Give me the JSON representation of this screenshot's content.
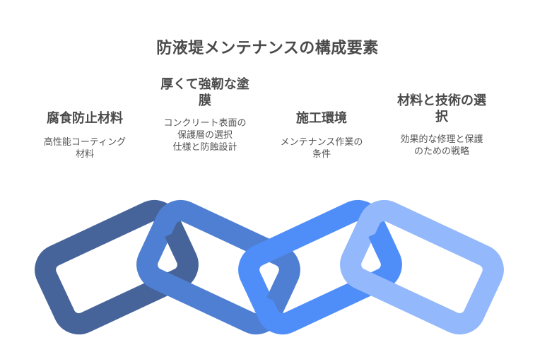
{
  "title": "防液堤メンテナンスの構成要素",
  "columns": [
    {
      "title": "腐食防止材料",
      "desc_lines": [
        "高性能コーティング",
        "材料"
      ],
      "color": "#46649a"
    },
    {
      "title_lines": [
        "厚くて強靭な塗",
        "膜"
      ],
      "desc_lines": [
        "コンクリート表面の",
        "保護層の選択",
        "仕様と防蝕設計"
      ],
      "color": "#4f7fd3"
    },
    {
      "title": "施工環境",
      "desc_lines": [
        "メンテナンス作業の",
        "条件"
      ],
      "color": "#4f8ef8"
    },
    {
      "title_lines": [
        "材料と技術の選",
        "択"
      ],
      "desc_lines": [
        "効果的な修理と保護",
        "のための戦略"
      ],
      "color": "#93b8fb"
    }
  ]
}
